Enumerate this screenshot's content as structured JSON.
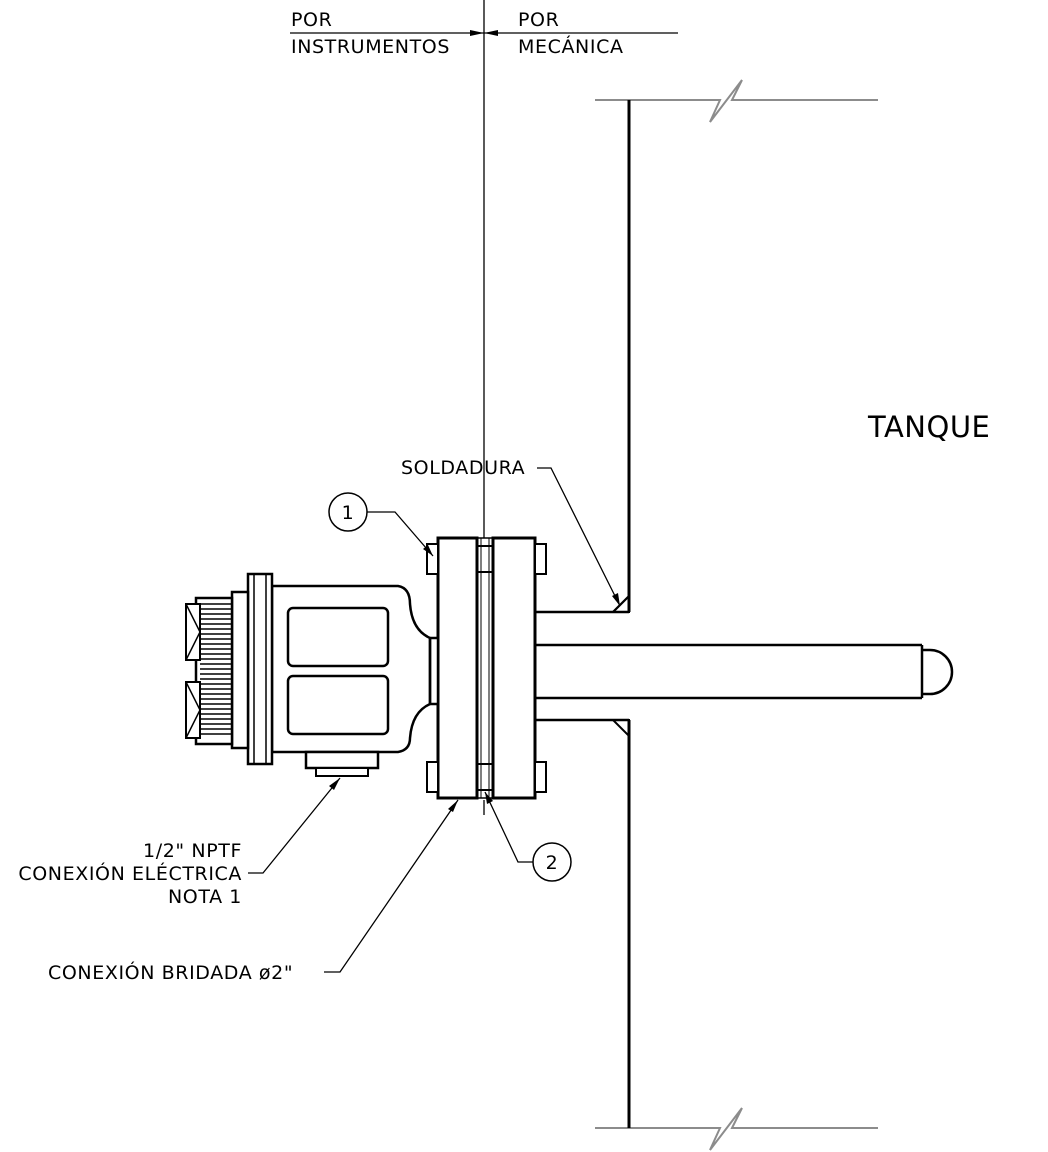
{
  "scope": {
    "left_line1": "POR",
    "left_line2": "INSTRUMENTOS",
    "right_line1": "POR",
    "right_line2": "MECÁNICA"
  },
  "vessel_label": "TANQUE",
  "labels": {
    "weld": "SOLDADURA",
    "electrical_line1": "1/2\" NPTF",
    "electrical_line2": "CONEXIÓN ELÉCTRICA",
    "electrical_line3": "NOTA 1",
    "flanged": "CONEXIÓN BRIDADA ø2\""
  },
  "balloons": {
    "b1": "1",
    "b2": "2"
  }
}
